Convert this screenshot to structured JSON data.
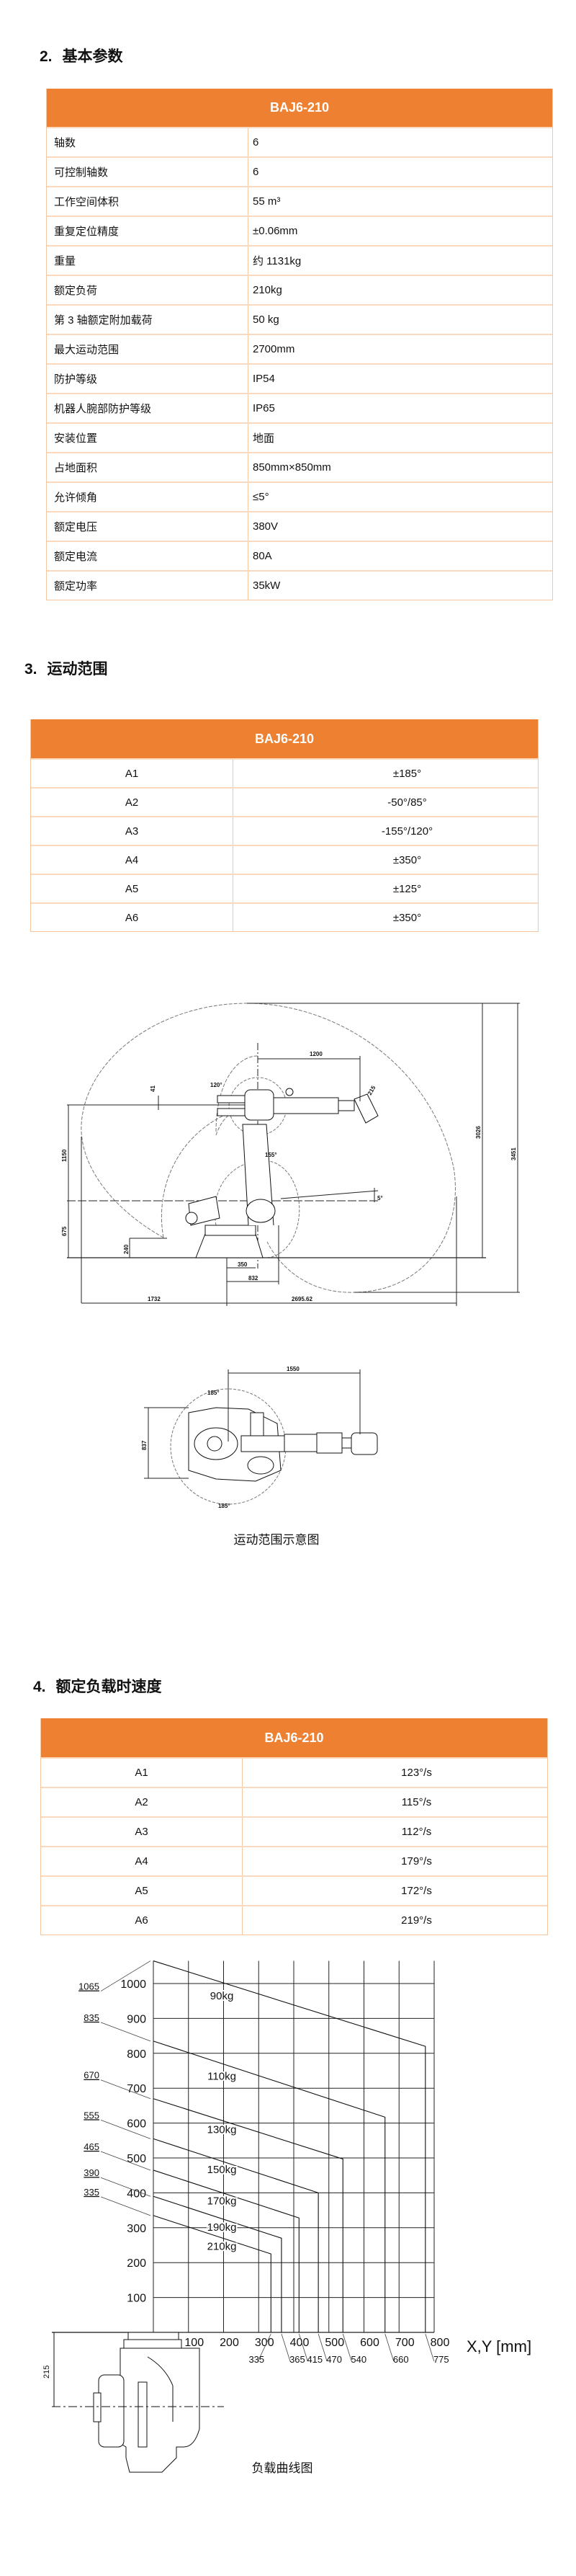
{
  "basic": {
    "num": "2.",
    "title": "基本参数",
    "header": "BAJ6-210",
    "rows": [
      [
        "轴数",
        "6"
      ],
      [
        "可控制轴数",
        "6"
      ],
      [
        "工作空间体积",
        "55 m³"
      ],
      [
        "重复定位精度",
        "±0.06mm"
      ],
      [
        "重量",
        "约 1131kg"
      ],
      [
        "额定负荷",
        "210kg"
      ],
      [
        "第 3 轴额定附加载荷",
        "50 kg"
      ],
      [
        "最大运动范围",
        "2700mm"
      ],
      [
        "防护等级",
        "IP54"
      ],
      [
        "机器人腕部防护等级",
        "IP65"
      ],
      [
        "安装位置",
        "地面"
      ],
      [
        "占地面积",
        "850mm×850mm"
      ],
      [
        "允许倾角",
        "≤5°"
      ],
      [
        "额定电压",
        "380V"
      ],
      [
        "额定电流",
        "80A"
      ],
      [
        "额定功率",
        "35kW"
      ]
    ]
  },
  "motion": {
    "num": "3.",
    "title": "运动范围",
    "header": "BAJ6-210",
    "rows": [
      [
        "A1",
        "±185°"
      ],
      [
        "A2",
        "-50°/85°"
      ],
      [
        "A3",
        "-155°/120°"
      ],
      [
        "A4",
        "±350°"
      ],
      [
        "A5",
        "±125°"
      ],
      [
        "A6",
        "±350°"
      ]
    ]
  },
  "diagram": {
    "caption": "运动范围示意图",
    "labels": {
      "d1200": "1200",
      "d41": "41",
      "a120": "120°",
      "a155": "155°",
      "d215": "215",
      "d1150": "1150",
      "d675": "675",
      "d240": "240",
      "d350": "350",
      "d832": "832",
      "d1732": "1732",
      "d2695": "2695.62",
      "d3026": "3026",
      "d3451": "3451",
      "a5": "5°",
      "d1550": "1550",
      "d837": "837",
      "a185top": "185°",
      "a185bot": "185°"
    }
  },
  "speed": {
    "num": "4.",
    "title": "额定负载时速度",
    "header": "BAJ6-210",
    "rows": [
      [
        "A1",
        "123°/s"
      ],
      [
        "A2",
        "115°/s"
      ],
      [
        "A3",
        "112°/s"
      ],
      [
        "A4",
        "179°/s"
      ],
      [
        "A5",
        "172°/s"
      ],
      [
        "A6",
        "219°/s"
      ]
    ]
  },
  "chart_data": {
    "type": "line",
    "title": "负载曲线图",
    "xlabel": "X,Y  [mm]",
    "ylabel": "",
    "xlim": [
      0,
      800
    ],
    "ylim": [
      0,
      1065
    ],
    "x_ticks": [
      "100",
      "200",
      "300",
      "400",
      "500",
      "600",
      "700",
      "800"
    ],
    "y_ticks": [
      "100",
      "200",
      "300",
      "400",
      "500",
      "600",
      "700",
      "800",
      "900",
      "1000"
    ],
    "grid": true,
    "wrist_offset_label": "215",
    "series": [
      {
        "name": "90kg",
        "z_max": 1065,
        "xy_max": 775,
        "points": [
          [
            0,
            1065
          ],
          [
            775,
            820
          ],
          [
            775,
            0
          ]
        ]
      },
      {
        "name": "110kg",
        "z_max": 835,
        "xy_max": 660,
        "points": [
          [
            0,
            835
          ],
          [
            660,
            617
          ],
          [
            660,
            0
          ]
        ]
      },
      {
        "name": "130kg",
        "z_max": 670,
        "xy_max": 540,
        "points": [
          [
            0,
            670
          ],
          [
            540,
            497
          ],
          [
            540,
            0
          ]
        ]
      },
      {
        "name": "150kg",
        "z_max": 555,
        "xy_max": 470,
        "points": [
          [
            0,
            555
          ],
          [
            470,
            400
          ],
          [
            470,
            0
          ]
        ]
      },
      {
        "name": "170kg",
        "z_max": 465,
        "xy_max": 415,
        "points": [
          [
            0,
            465
          ],
          [
            415,
            328
          ],
          [
            415,
            0
          ]
        ]
      },
      {
        "name": "190kg",
        "z_max": 390,
        "xy_max": 365,
        "points": [
          [
            0,
            390
          ],
          [
            365,
            270
          ],
          [
            365,
            0
          ]
        ]
      },
      {
        "name": "210kg",
        "z_max": 335,
        "xy_max": 335,
        "points": [
          [
            0,
            335
          ],
          [
            335,
            225
          ],
          [
            335,
            0
          ]
        ]
      }
    ]
  }
}
